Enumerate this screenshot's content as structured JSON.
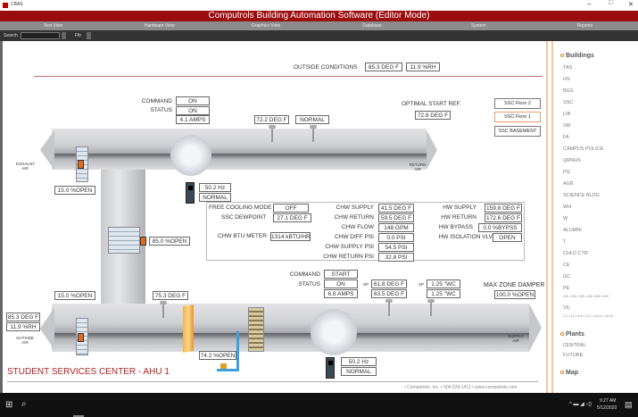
{
  "window": {
    "app_name": "CBAS",
    "title": "Computrols Building Automation Software (Editor Mode)",
    "minimize": "–",
    "maximize": "□",
    "close": "✕"
  },
  "nav": [
    "Text View",
    "Hardware View",
    "Graphics View",
    "Database",
    "System",
    "Reports"
  ],
  "search": {
    "label": "Search",
    "value": "",
    "filter": "Fltr"
  },
  "outside": {
    "label": "OUTSIDE CONDITIONS",
    "temp": "85.3 DEG F",
    "rh": "11.9 %RH"
  },
  "optimal": {
    "label": "OPTIMAL START REF.",
    "value": "72.8 DEG F"
  },
  "floor_buttons": [
    "SSC Floor 2",
    "SSC Floor 1",
    "SSC BASEMENT"
  ],
  "return_fan": {
    "command_label": "COMMAND",
    "command": "ON",
    "status_label": "STATUS",
    "status": "ON",
    "amps": "4.1 AMPS",
    "vfd_hz": "50.2 Hz",
    "vfd_status": "NORMAL"
  },
  "return_air": {
    "temp": "72.2 DEG F",
    "smoke": "NORMAL",
    "label": "RETURN AIR"
  },
  "exhaust": {
    "label": "EXHAUST AIR",
    "damper": "15.0 %OPEN"
  },
  "mixed_damper": "85.0 %OPEN",
  "plant": {
    "free_cooling_label": "FREE COOLING MODE",
    "free_cooling": "OFF",
    "dewpoint_label": "SSC DEWPOINT",
    "dewpoint": "27.1 DEG F",
    "btu_label": "CHW BTU METER",
    "btu": "1314 kBTU/HR",
    "chw": [
      [
        "CHW SUPPLY",
        "41.5 DEG F"
      ],
      [
        "CHW RETURN",
        "59.5 DEG F"
      ],
      [
        "CHW FLOW",
        "148 GPM"
      ],
      [
        "CHW DIFF PSI",
        "0.0 PSI"
      ],
      [
        "CHW SUPPLY PSI",
        "54.5 PSI"
      ],
      [
        "CHW RETURN PSI",
        "32.8 PSI"
      ]
    ],
    "hw": [
      [
        "HW SUPPLY",
        "159.8 DEG F"
      ],
      [
        "HW RETURN",
        "172.6 DEG F"
      ],
      [
        "HW BYPASS",
        "0.0 %BYPSS"
      ],
      [
        "HW ISOLATION VLV",
        "OPEN"
      ]
    ]
  },
  "supply_fan": {
    "command_label": "COMMAND",
    "command": "START",
    "status_label": "STATUS",
    "status": "ON",
    "amps": "6.8 AMPS",
    "vfd_hz": "50.2 Hz",
    "vfd_status": "NORMAL"
  },
  "supply_temp": {
    "sp_label": "SP",
    "sp": "61.8 DEG F",
    "value": "63.5 DEG F"
  },
  "static": {
    "sp_label": "SP",
    "sp": "1.25 \"WC",
    "value": "1.25 \"WC"
  },
  "max_zone": {
    "label": "MAX ZONE DAMPER",
    "value": "100.0 %OPEN"
  },
  "outside_air": {
    "label": "OUTSIDE AIR",
    "damper": "15.0 %OPEN",
    "temp": "85.3 DEG F",
    "rh": "11.9 %RH"
  },
  "mixed_temp": "75.3 DEG F",
  "valve": "74.2 %OPEN",
  "supply_label": "SUPPLY AIR",
  "unit_title": "STUDENT SERVICES CENTER - AHU 1",
  "footer": "• Computrols, Inc. • 504.528.1413 • www.computrols.com",
  "sidebar": {
    "buildings_label": "Buildings",
    "buildings": [
      "TAS",
      "HS",
      "BGS",
      "SSC",
      "LIB",
      "SM",
      "FA",
      "CAMPUS POLICE",
      "QRNHS",
      "PG",
      "AGB",
      "SCIENCE BLDG",
      "WH",
      "W",
      "ALUMNI",
      "T",
      "CHLD CTR",
      "CE",
      "GC",
      "PE"
    ],
    "pe_sub": "100 • 200 • 300 • 400 • 500 • 600",
    "vil": "VIL",
    "vil_sub": "1-2 • 3-5 • 6-8 • 9-11 • 15-16 • 18-33",
    "plants_label": "Plants",
    "plants": [
      "CENTRAL",
      "FUTURE"
    ],
    "map_label": "Map"
  },
  "taskbar": {
    "time": "9:27 AM",
    "date": "5/12/2020"
  }
}
